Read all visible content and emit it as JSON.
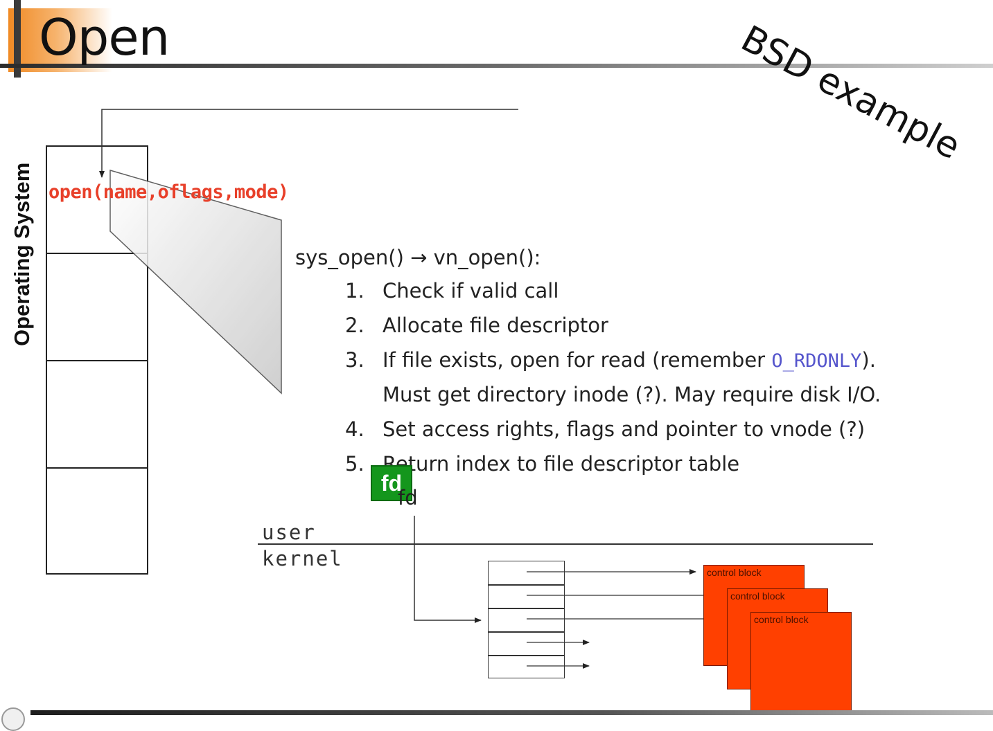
{
  "slide": {
    "title": "Open",
    "corner_note": "BSD example",
    "side_label": "Operating System",
    "call_signature": "open(name,oflags,mode)",
    "function_chain": "sys_open() → vn_open():",
    "steps": [
      {
        "num": "1.",
        "text": "Check if valid call"
      },
      {
        "num": "2.",
        "text": "Allocate file descriptor"
      },
      {
        "num": "3.",
        "text": "If file exists, open for read (remember ",
        "code": "O_RDONLY",
        "suffix": ")."
      },
      {
        "num": "",
        "text": "Must get directory inode (?). May require disk I/O."
      },
      {
        "num": "4.",
        "text": "Set access rights, flags and pointer to vnode (?)"
      },
      {
        "num": "5.",
        "text": "Return index to file descriptor table"
      }
    ],
    "fd_badge": "fd",
    "fd_label": "fd",
    "user_label": "user",
    "kernel_label": "kernel",
    "control_blocks": [
      "control block",
      "control block",
      "control block"
    ]
  },
  "colors": {
    "accent_orange": "#f08a24",
    "call_red": "#e8402a",
    "code_blue": "#5555cc",
    "fd_green": "#14961c",
    "block_red": "#ff4000"
  }
}
